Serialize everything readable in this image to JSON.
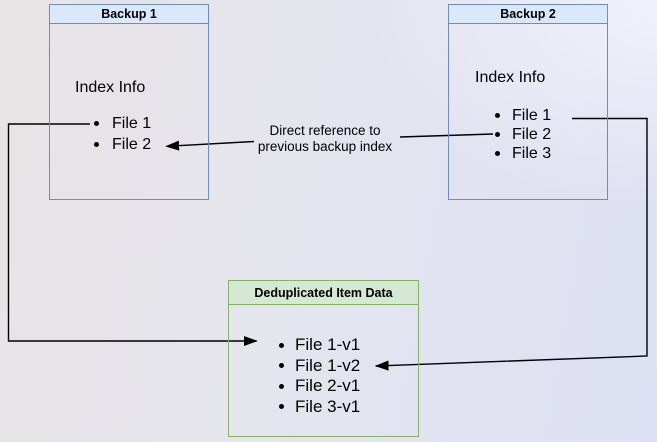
{
  "diagram": {
    "type": "backup-deduplication-diagram",
    "colors": {
      "blue_box_border": "#6c8ebf",
      "blue_box_header_fill": "#dae8fc",
      "green_box_border": "#82b366",
      "green_box_header_fill": "#d5e8d4",
      "connector": "#000000",
      "text": "#000000"
    },
    "backup1": {
      "title": "Backup 1",
      "index_label": "Index Info",
      "files": [
        "File 1",
        "File 2"
      ]
    },
    "backup2": {
      "title": "Backup 2",
      "index_label": "Index Info",
      "files": [
        "File 1",
        "File 2",
        "File 3"
      ]
    },
    "dedup": {
      "title": "Deduplicated Item Data",
      "files": [
        "File 1-v1",
        "File 1-v2",
        "File 2-v1",
        "File 3-v1"
      ]
    },
    "annotation": {
      "line1": "Direct reference to",
      "line2": "previous backup index"
    },
    "connections": [
      {
        "from": "Backup 1 / File 1",
        "to": "Deduplicated Item Data / File 1-v1",
        "label": ""
      },
      {
        "from": "Backup 2 / File 1",
        "to": "Deduplicated Item Data / File 1-v2",
        "label": ""
      },
      {
        "from": "Backup 2 / File 2",
        "to": "Backup 1 / File 2",
        "label": "Direct reference to previous backup index"
      }
    ]
  }
}
